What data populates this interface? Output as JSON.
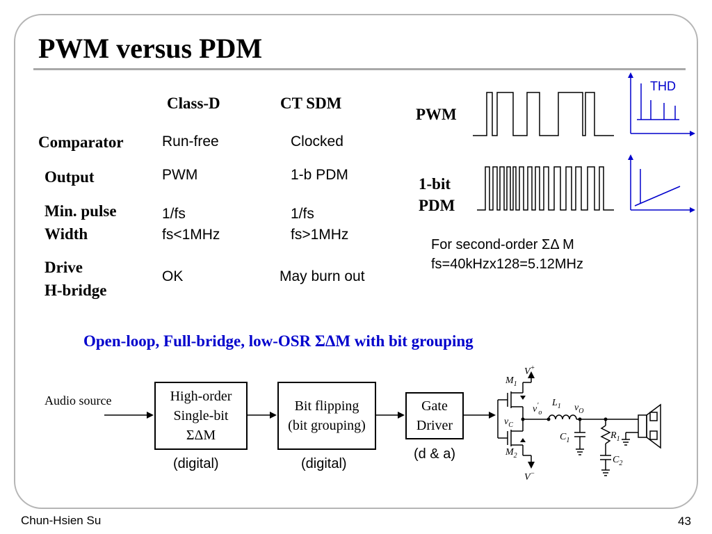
{
  "title": "PWM versus PDM",
  "table": {
    "col_headers": [
      "Class-D",
      "CT SDM"
    ],
    "rows": [
      {
        "label": [
          "Comparator"
        ],
        "class_d": [
          "Run-free"
        ],
        "ct_sdm": [
          "Clocked"
        ]
      },
      {
        "label": [
          "Output"
        ],
        "class_d": [
          "PWM"
        ],
        "ct_sdm": [
          "1-b PDM"
        ]
      },
      {
        "label": [
          "Min. pulse",
          "Width"
        ],
        "class_d": [
          "1/fs",
          "fs<1MHz"
        ],
        "ct_sdm": [
          "1/fs",
          "fs>1MHz"
        ]
      },
      {
        "label": [
          "Drive",
          "H-bridge"
        ],
        "class_d": [
          "OK"
        ],
        "ct_sdm": [
          "May burn out"
        ]
      }
    ]
  },
  "waveforms": {
    "pwm_label": "PWM",
    "pdm_label": [
      "1-bit",
      "PDM"
    ],
    "thd_label": "THD"
  },
  "note": [
    "For second-order ΣΔ M",
    "fs=40kHzx128=5.12MHz"
  ],
  "subtitle": "Open-loop, Full-bridge, low-OSR ΣΔM with bit grouping",
  "block_diagram": {
    "input_label": "Audio source",
    "blocks": [
      {
        "lines": [
          "High-order",
          "Single-bit",
          "ΣΔM"
        ],
        "caption": "(digital)"
      },
      {
        "lines": [
          "Bit flipping",
          "(bit grouping)"
        ],
        "caption": "(digital)"
      },
      {
        "lines": [
          "Gate",
          "Driver"
        ],
        "caption": "(d & a)"
      }
    ]
  },
  "circuit": {
    "v_plus": "V",
    "v_plus_sup": "+",
    "v_minus": "V",
    "v_minus_sup": "−",
    "m1": "M",
    "m1_sub": "1",
    "m2": "M",
    "m2_sub": "2",
    "vc": "v",
    "vc_sub": "C",
    "vo_prime": "v",
    "vo_prime_sub": "o",
    "vo_prime_mark": "'",
    "vo": "v",
    "vo_sub": "O",
    "l1": "L",
    "l1_sub": "1",
    "c1": "C",
    "c1_sub": "1",
    "r1": "R",
    "r1_sub": "1",
    "c2": "C",
    "c2_sub": "2"
  },
  "footer": {
    "author": "Chun-Hsien Su",
    "page": "43"
  },
  "colors": {
    "accent_blue": "#0000cc",
    "frame_gray": "#b5b5b5"
  }
}
